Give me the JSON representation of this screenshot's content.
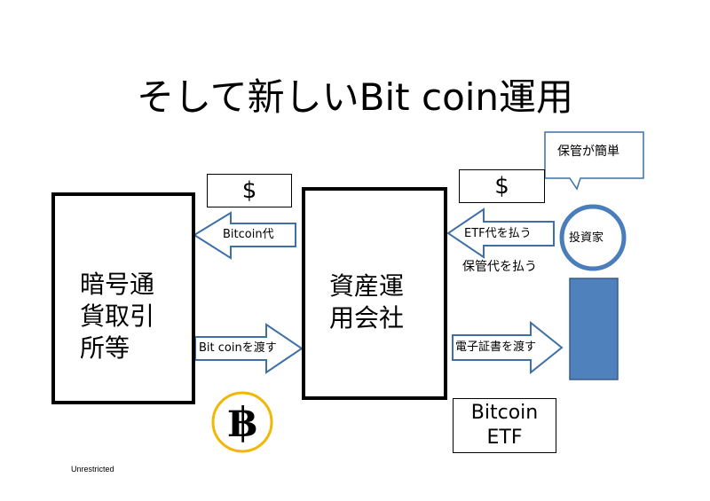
{
  "title": "そして新しいBit coin運用",
  "left_box": {
    "label": "暗号通\n貨取引\n所等"
  },
  "center_box": {
    "label": "資産運\n用会社"
  },
  "dollar_left": "$",
  "dollar_right": "$",
  "arrows": {
    "bitcoin_payment": "Bitcoin代",
    "bitcoin_transfer": "Bit coinを渡す",
    "etf_payment": "ETF代を払う",
    "certificate_transfer": "電子証書を渡す"
  },
  "custody_fee": "保管代を払う",
  "callout": "保管が簡単",
  "investor": "投資家",
  "etf_box": {
    "line1": "Bitcoin",
    "line2": "ETF"
  },
  "bitcoin_symbol": "฿",
  "footer": "Unrestricted",
  "colors": {
    "arrow_stroke": "#3f6fa8",
    "investor_circle": "#4a7ebb",
    "investor_body_fill": "#4f81bd",
    "investor_body_stroke": "#385d8a",
    "coin_ring": "#f2b705",
    "callout_border": "#3f6fa8"
  }
}
